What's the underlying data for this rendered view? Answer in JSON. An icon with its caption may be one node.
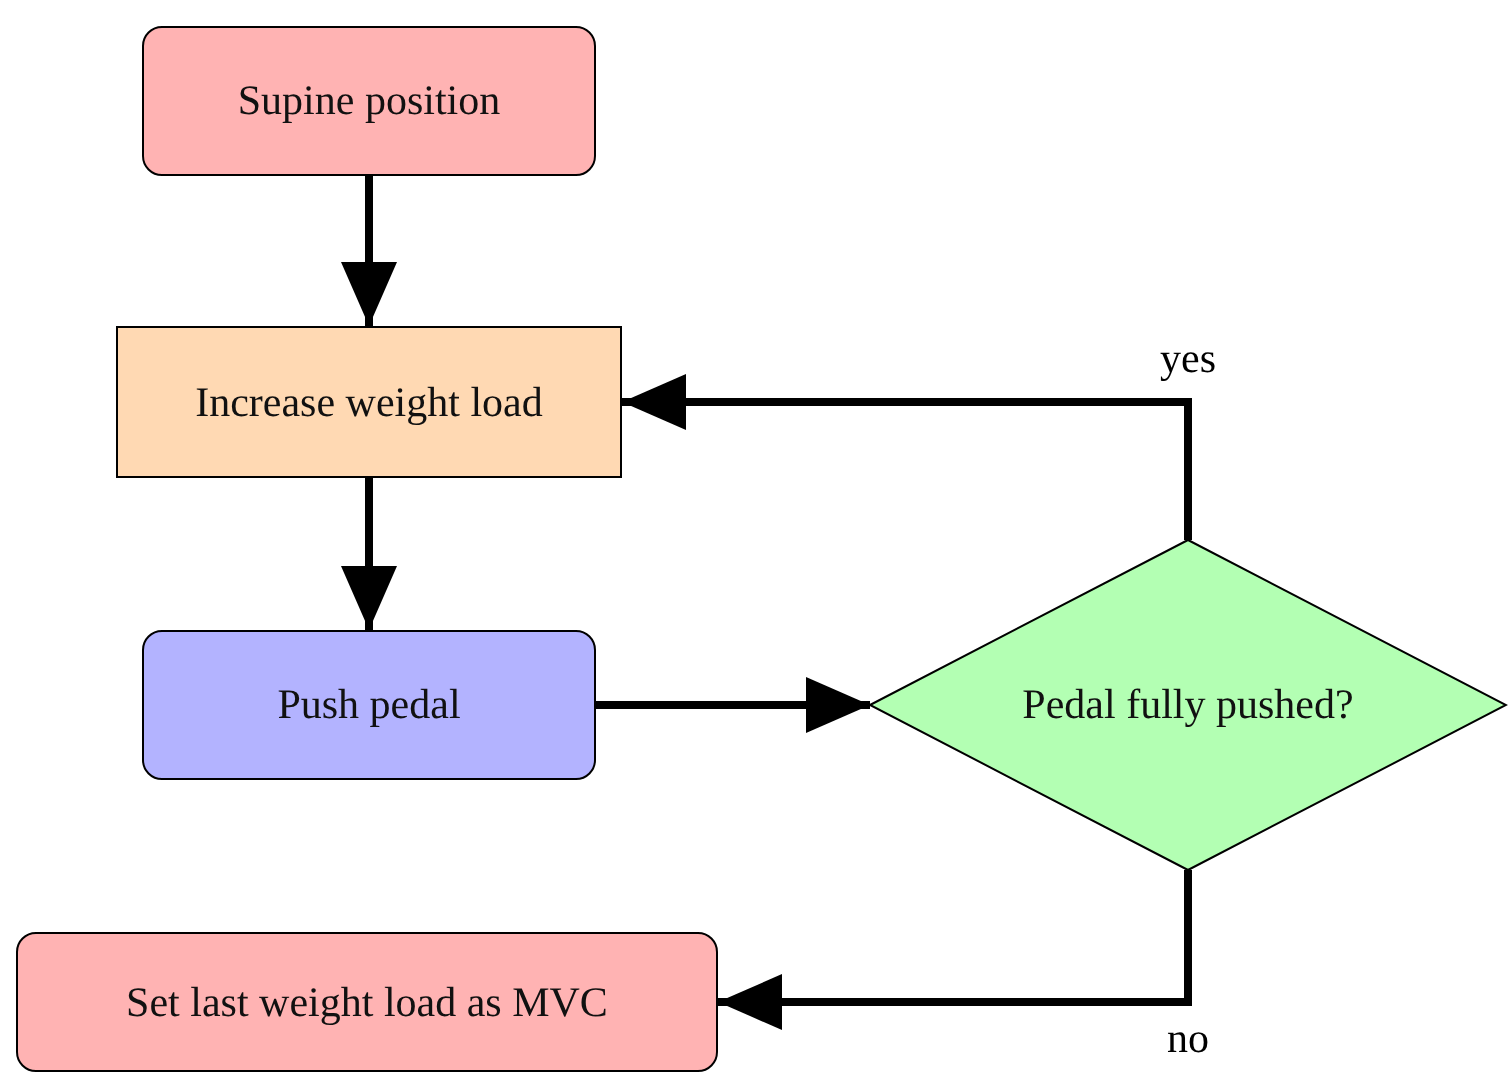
{
  "diagram": {
    "nodes": [
      {
        "text": [
          "Supine position"
        ]
      },
      {
        "text": [
          "Increase weight load"
        ]
      },
      {
        "text": [
          "Push pedal"
        ]
      },
      {
        "text": [
          "Pedal fully pushed?"
        ]
      },
      {
        "text": [
          "Set last weight load as MVC"
        ]
      }
    ],
    "edges": [
      {
        "from": 0,
        "to": 1,
        "arrow": "to"
      },
      {
        "from": 1,
        "to": 2,
        "arrow": "to"
      },
      {
        "from": 2,
        "to": 3,
        "arrow": "to"
      },
      {
        "from": 3,
        "to": 1,
        "arrow": "to",
        "label": "yes"
      },
      {
        "from": 3,
        "to": 4,
        "arrow": "to",
        "label": "no"
      }
    ]
  }
}
